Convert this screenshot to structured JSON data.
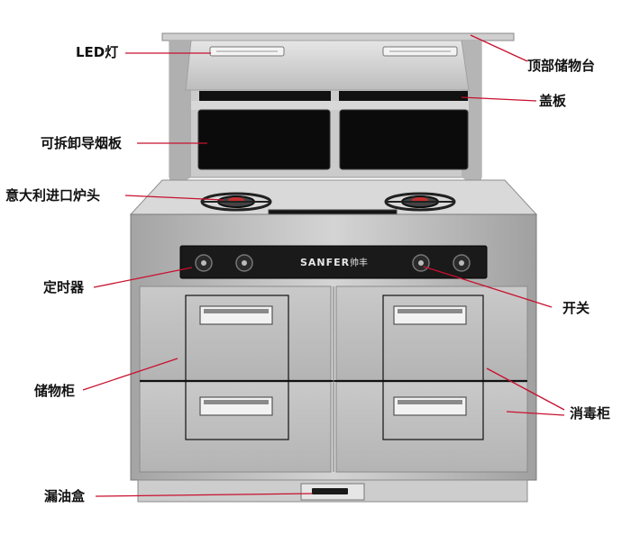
{
  "brand": {
    "name": "SANFER",
    "chinese": "帅丰"
  },
  "colors": {
    "leader_line": "#c8102e",
    "steel": "#b9b9b9",
    "glass": "#0b0b0b",
    "frame": "#111111"
  },
  "labels": {
    "led_light": "LED灯",
    "top_storage": "顶部储物台",
    "cover_plate": "盖板",
    "removable_baffle": "可拆卸导烟板",
    "italian_burner": "意大利进口炉头",
    "timer": "定时器",
    "switch": "开关",
    "storage_cabinet": "储物柜",
    "disinfection_cabinet": "消毒柜",
    "oil_box": "漏油盒"
  }
}
